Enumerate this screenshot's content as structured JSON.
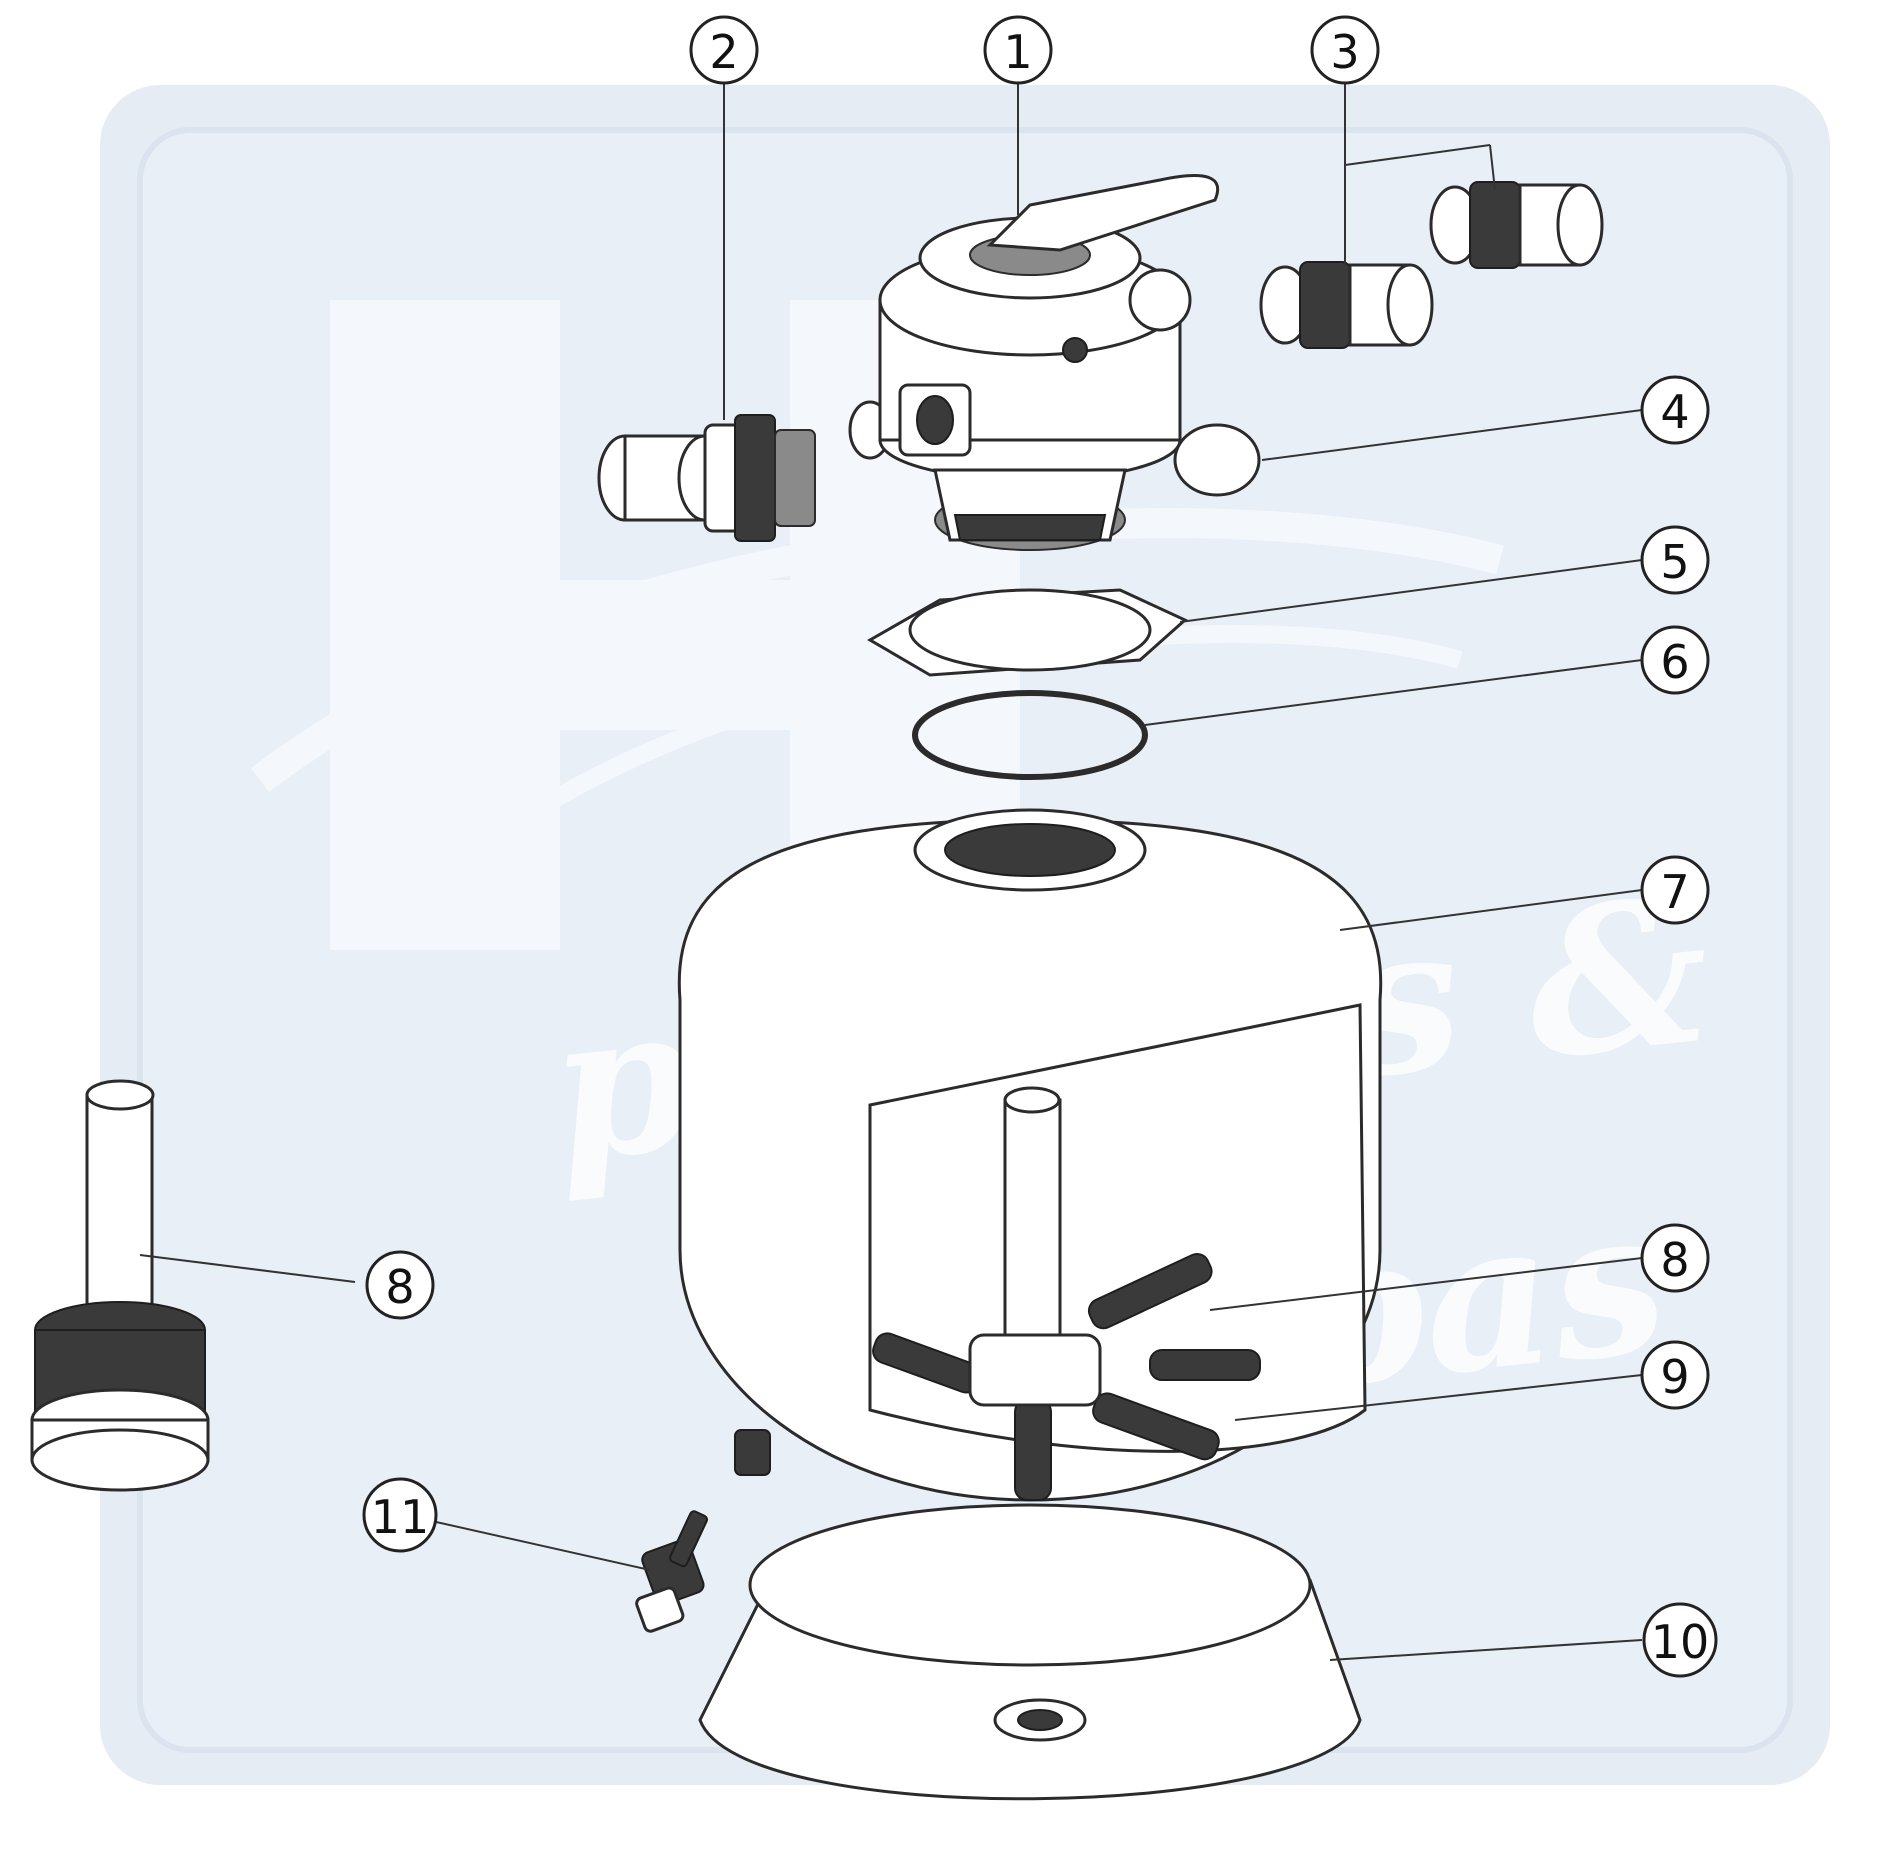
{
  "watermark": {
    "line1": "piscines &",
    "line2": "spas",
    "colors": {
      "panel": "#e6ecf4",
      "panel_edge": "#d6dfeb"
    }
  },
  "callouts": [
    {
      "id": "1",
      "label": "1"
    },
    {
      "id": "2",
      "label": "2"
    },
    {
      "id": "3",
      "label": "3"
    },
    {
      "id": "4",
      "label": "4"
    },
    {
      "id": "5",
      "label": "5"
    },
    {
      "id": "6",
      "label": "6"
    },
    {
      "id": "7",
      "label": "7"
    },
    {
      "id": "8a",
      "label": "8"
    },
    {
      "id": "8b",
      "label": "8"
    },
    {
      "id": "9",
      "label": "9"
    },
    {
      "id": "10",
      "label": "10"
    },
    {
      "id": "11",
      "label": "11"
    }
  ]
}
